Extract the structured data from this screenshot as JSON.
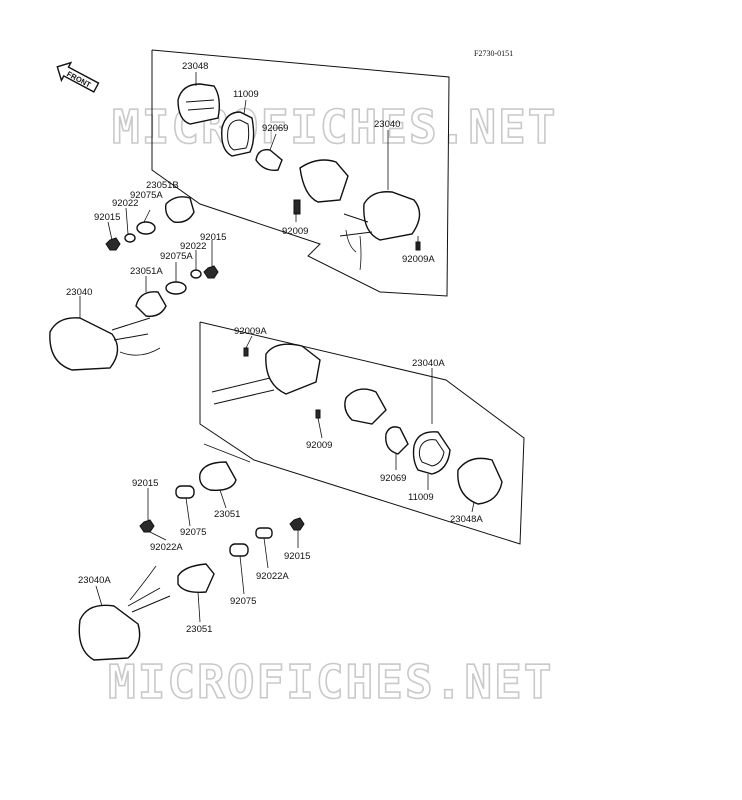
{
  "reference_code": "F2730-0151",
  "front_arrow_label": "FRONT",
  "watermark_text": "MICROFICHES.NET",
  "part_labels": {
    "p23048_top": "23048",
    "p11009_top": "11009",
    "p92069_top": "92069",
    "p23040_top": "23040",
    "p23051B": "23051B",
    "p92075A_top": "92075A",
    "p92022_top": "92022",
    "p92015_top_left": "92015",
    "p92009_top": "92009",
    "p92015_top_mid": "92015",
    "p92022_mid": "92022",
    "p92075A_mid": "92075A",
    "p23051A": "23051A",
    "p92009A_top": "92009A",
    "p23040_left": "23040",
    "p92009A_mid": "92009A",
    "p23040A_right": "23040A",
    "p92009_mid": "92009",
    "p92069_bottom": "92069",
    "p11009_bottom": "11009",
    "p23048A": "23048A",
    "p92015_lower_left": "92015",
    "p92075_mid": "92075",
    "p23051_mid": "23051",
    "p92022A_left": "92022A",
    "p92015_lower_right": "92015",
    "p92022A_right": "92022A",
    "p23040A_left": "23040A",
    "p92075_bottom": "92075",
    "p23051_bottom": "23051"
  }
}
